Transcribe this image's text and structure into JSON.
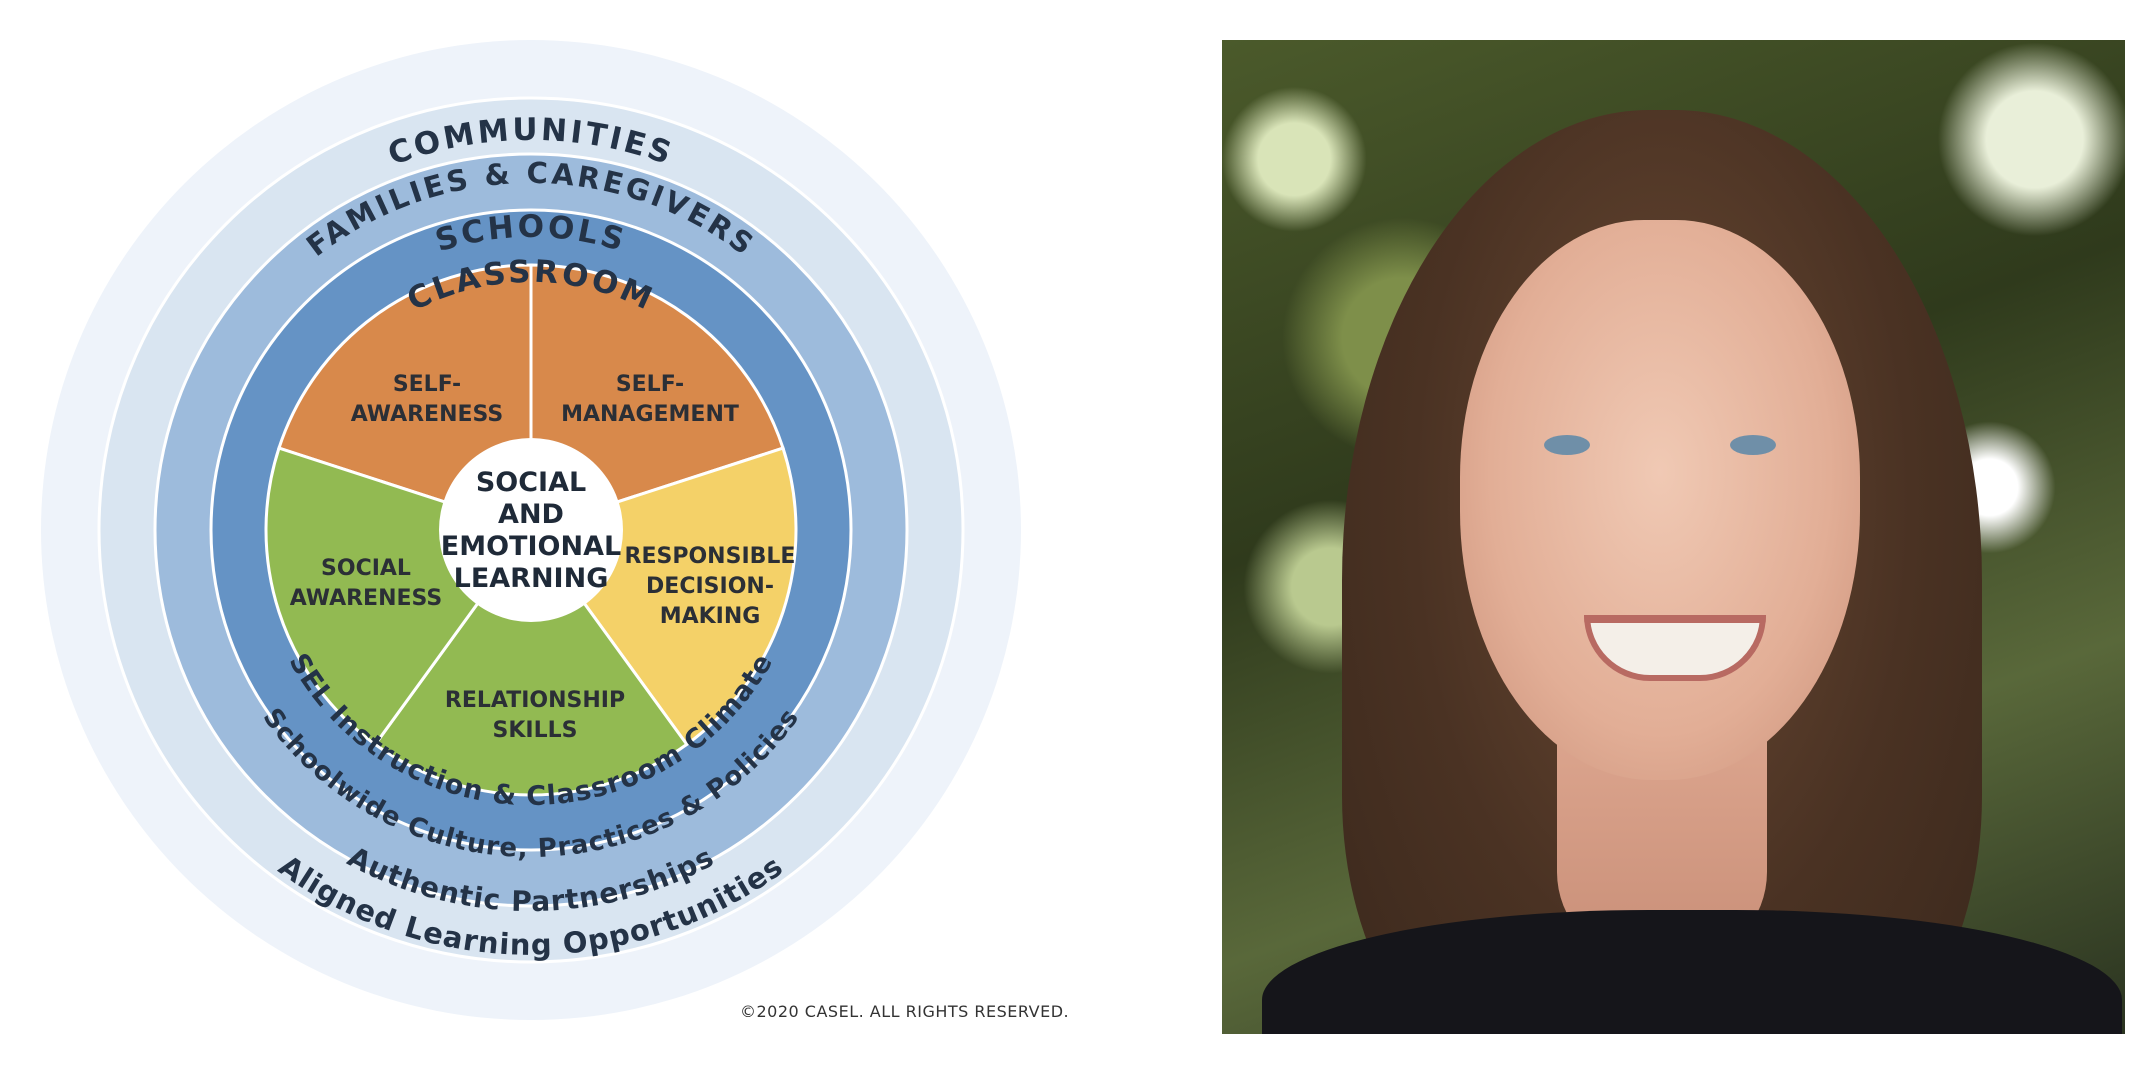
{
  "diagram": {
    "rings": [
      {
        "key": "communities",
        "title": "COMMUNITIES",
        "subtitle": "Aligned Learning Opportunities",
        "color": "#eef3fa"
      },
      {
        "key": "families",
        "title": "FAMILIES & CAREGIVERS",
        "subtitle": "Authentic Partnerships",
        "color": "#d9e5f1"
      },
      {
        "key": "schools",
        "title": "SCHOOLS",
        "subtitle": "Schoolwide Culture, Practices & Policies",
        "color": "#9dbbdc"
      },
      {
        "key": "classroom",
        "title": "CLASSROOM",
        "subtitle": "SEL Instruction & Classroom Climate",
        "color": "#6593c5"
      }
    ],
    "competencies": [
      {
        "key": "self-awareness",
        "lines": [
          "SELF-",
          "AWARENESS"
        ],
        "color": "#d8894b"
      },
      {
        "key": "self-management",
        "lines": [
          "SELF-",
          "MANAGEMENT"
        ],
        "color": "#d8894b"
      },
      {
        "key": "responsible-decision-making",
        "lines": [
          "RESPONSIBLE",
          "DECISION-",
          "MAKING"
        ],
        "color": "#f4d168"
      },
      {
        "key": "relationship-skills",
        "lines": [
          "RELATIONSHIP",
          "SKILLS"
        ],
        "color": "#92ba52"
      },
      {
        "key": "social-awareness",
        "lines": [
          "SOCIAL",
          "AWARENESS"
        ],
        "color": "#92ba52"
      }
    ],
    "center_lines": [
      "SOCIAL",
      "AND",
      "EMOTIONAL",
      "LEARNING"
    ],
    "copyright": "©2020 CASEL. ALL RIGHTS RESERVED."
  },
  "photo": {
    "subject": "portrait photo"
  }
}
